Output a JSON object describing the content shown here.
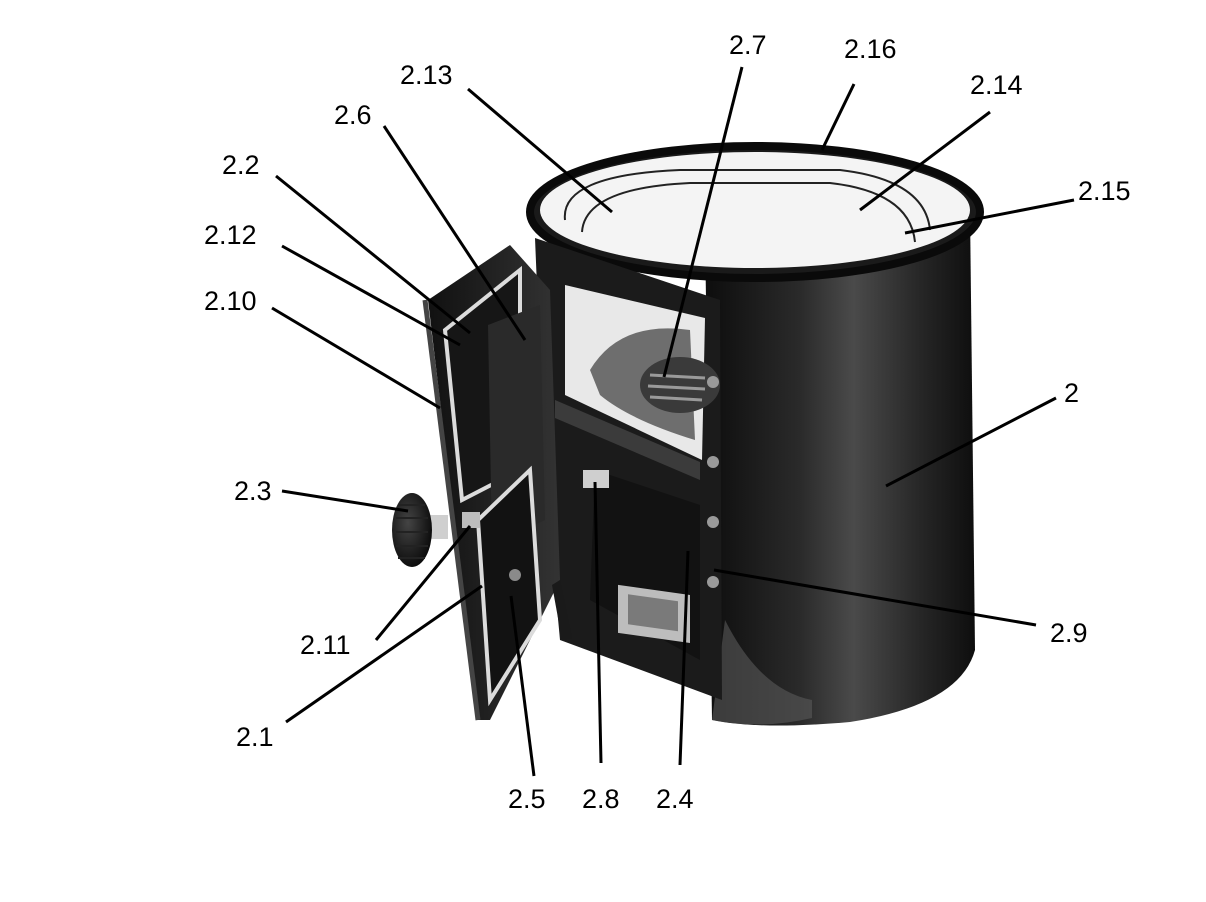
{
  "labels": {
    "l2_16": "2.16",
    "l2_7": "2.7",
    "l2_13": "2.13",
    "l2_14": "2.14",
    "l2_6": "2.6",
    "l2_15": "2.15",
    "l2_2": "2.2",
    "l2_12": "2.12",
    "l2_10": "2.10",
    "l2": "2",
    "l2_3": "2.3",
    "l2_11": "2.11",
    "l2_9": "2.9",
    "l2_1": "2.1",
    "l2_5": "2.5",
    "l2_8": "2.8",
    "l2_4": "2.4"
  }
}
